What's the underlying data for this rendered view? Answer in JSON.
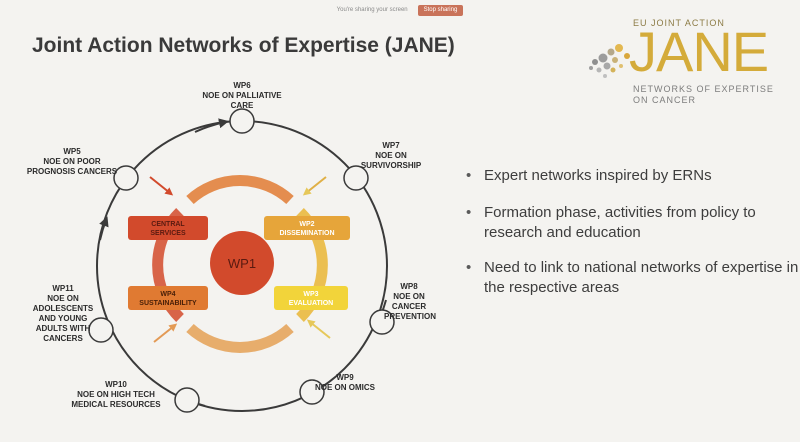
{
  "share_bar": {
    "text": "You're sharing your screen",
    "stop_label": "Stop sharing"
  },
  "slide": {
    "title": "Joint Action Networks of Expertise (JANE)"
  },
  "logo": {
    "top_text": "EU JOINT ACTION",
    "word": "JANE",
    "sub_line1": "NETWORKS OF EXPERTISE",
    "sub_line2": "ON CANCER"
  },
  "diagram": {
    "center": "WP1",
    "inner": {
      "central": [
        "CENTRAL",
        "SERVICES"
      ],
      "wp2": [
        "WP2",
        "DISSEMINATION"
      ],
      "wp3": [
        "WP3",
        "EVALUATION"
      ],
      "wp4": [
        "WP4",
        "SUSTAINABILITY"
      ]
    },
    "outer": {
      "wp6": {
        "num": "WP6",
        "line1": "NOE ON PALLIATIVE",
        "line2": "CARE"
      },
      "wp7": {
        "num": "WP7",
        "line1": "NOE ON",
        "line2": "SURVIVORSHIP"
      },
      "wp8": {
        "num": "WP8",
        "line1": "NOE ON",
        "line2": "CANCER",
        "line3": "PREVENTION"
      },
      "wp9": {
        "num": "WP9",
        "line1": "NOE ON OMICS"
      },
      "wp10": {
        "num": "WP10",
        "line1": "NOE ON HIGH TECH",
        "line2": "MEDICAL RESOURCES"
      },
      "wp11": {
        "num": "WP11",
        "line1": "NOE ON",
        "line2": "ADOLESCENTS",
        "line3": "AND YOUNG",
        "line4": "ADULTS WITH",
        "line5": "CANCERS"
      },
      "wp5": {
        "num": "WP5",
        "line1": "NOE ON POOR",
        "line2": "PROGNOSIS CANCERS"
      }
    }
  },
  "bullets": [
    "Expert networks inspired by ERNs",
    "Formation phase, activities from policy to research and education",
    "Need to link to national networks of expertise in the respective areas"
  ],
  "colors": {
    "red": "#d24a2c",
    "orange": "#e07a32",
    "amber": "#e6a53a",
    "yellow": "#f2d43a",
    "title": "#3a3a3a",
    "logo_gold": "#d4ab3a",
    "stop_button": "#c9735a"
  }
}
